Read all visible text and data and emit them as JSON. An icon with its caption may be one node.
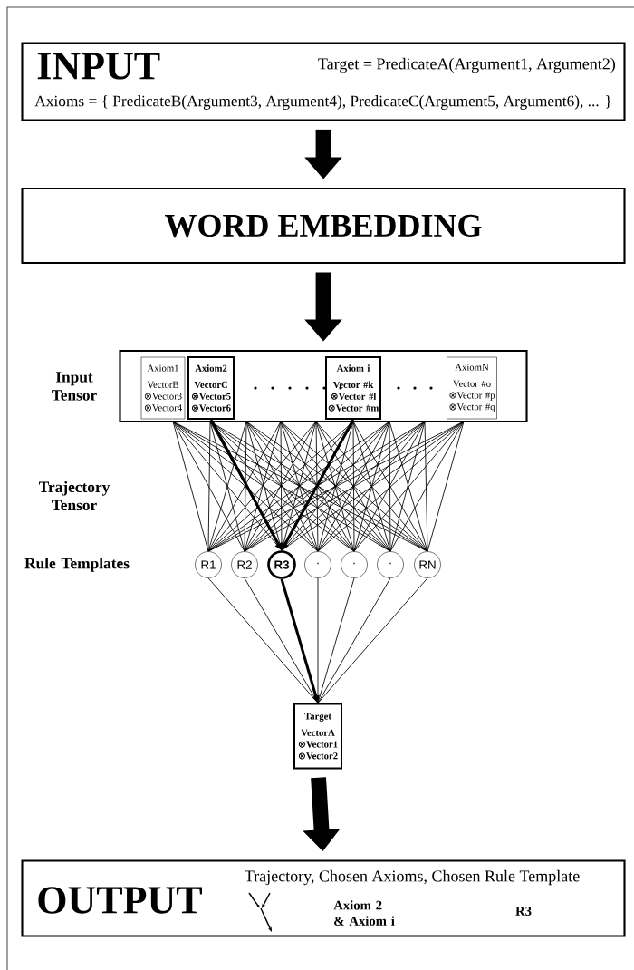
{
  "diagram": {
    "nodes": [
      {
        "text": [
          "INPUT",
          "Target = PredicateA(Argument1, Argument2)",
          "Axioms = { PredicateB(Argument3, Argument4), PredicateC(Argument5, Argument6), ... }"
        ]
      },
      {
        "text": [
          "WORD EMBEDDING"
        ]
      },
      {
        "text": [
          "Input Tensor"
        ]
      },
      {
        "text": [
          "Axiom1",
          "VectorB ⊗Vector3 ⊗Vector4"
        ],
        "in": 2
      },
      {
        "text": [
          "Axiom2",
          "VectorC ⊗Vector5 ⊗Vector6"
        ],
        "in": 2
      },
      {
        "text": [
          "Axiom i",
          "Vector #k ⊗Vector #l ⊗Vector #m"
        ],
        "in": 2
      },
      {
        "text": [
          "AxiomN",
          "Vector #o ⊗Vector #p ⊗Vector #q"
        ],
        "in": 2
      },
      {
        "text": [
          "R1"
        ]
      },
      {
        "text": [
          "R2"
        ]
      },
      {
        "text": [
          "R3"
        ]
      },
      {
        "text": [
          "·"
        ]
      },
      {
        "text": [
          "·"
        ]
      },
      {
        "text": [
          "·"
        ]
      },
      {
        "text": [
          "RN"
        ]
      },
      {
        "text": [
          "Target",
          "VectorA ⊗Vector1 ⊗Vector2"
        ]
      },
      {
        "text": [
          "OUTPUT",
          "Trajectory, Chosen Axioms, Chosen Rule Template",
          "Axiom 2 & Axiom i",
          "R3"
        ]
      }
    ],
    "edges": [
      {
        "from": 0,
        "to": 1,
        "arrow": "to",
        "style": "thick"
      },
      {
        "from": 1,
        "to": 2,
        "arrow": "to",
        "style": "thick"
      },
      {
        "from": 2,
        "to": 7,
        "arrow": "none"
      },
      {
        "from": 2,
        "to": 8,
        "arrow": "none"
      },
      {
        "from": 2,
        "to": 9,
        "arrow": "none"
      },
      {
        "from": 2,
        "to": 10,
        "arrow": "none"
      },
      {
        "from": 2,
        "to": 11,
        "arrow": "none"
      },
      {
        "from": 2,
        "to": 12,
        "arrow": "none"
      },
      {
        "from": 2,
        "to": 13,
        "arrow": "none"
      },
      {
        "from": 4,
        "to": 9,
        "arrow": "to",
        "style": "thick"
      },
      {
        "from": 5,
        "to": 9,
        "arrow": "to",
        "style": "thick"
      },
      {
        "from": 7,
        "to": 14,
        "arrow": "none"
      },
      {
        "from": 8,
        "to": 14,
        "arrow": "none"
      },
      {
        "from": 9,
        "to": 14,
        "arrow": "to",
        "style": "thick"
      },
      {
        "from": 10,
        "to": 14,
        "arrow": "none"
      },
      {
        "from": 11,
        "to": 14,
        "arrow": "none"
      },
      {
        "from": 12,
        "to": 14,
        "arrow": "none"
      },
      {
        "from": 13,
        "to": 14,
        "arrow": "none"
      },
      {
        "from": 14,
        "to": 15,
        "arrow": "to",
        "style": "thick"
      }
    ],
    "labels": [
      "Trajectory Tensor",
      "Rule Templates"
    ]
  }
}
